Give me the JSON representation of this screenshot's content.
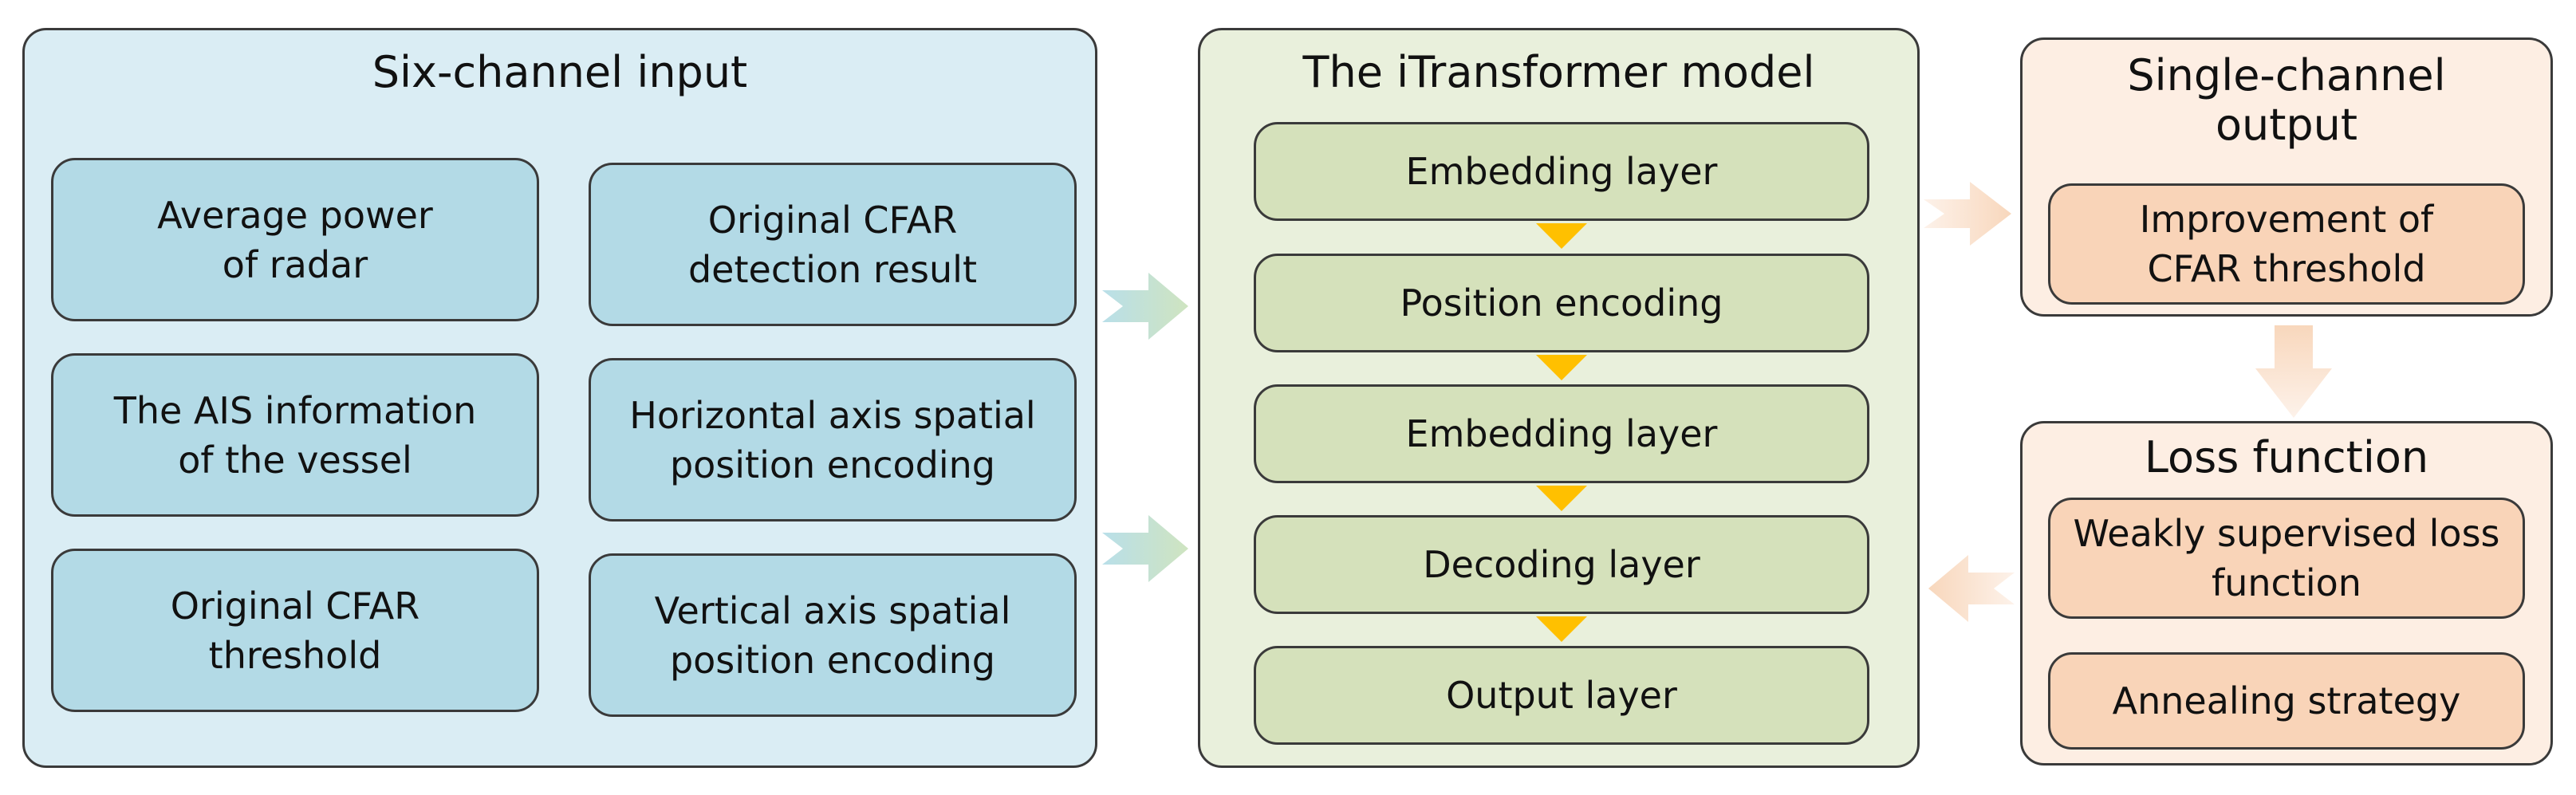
{
  "colors": {
    "input_panel": "#daedf4",
    "input_box": "#b3dae6",
    "model_panel": "#e9f0dc",
    "model_box": "#d5e1bb",
    "output_panel": "#fdeee3",
    "output_box": "#f9d4b8",
    "connector": "#ffc000",
    "border": "#3a3a3a"
  },
  "input": {
    "title": "Six-channel input",
    "items": [
      "Average power\nof radar",
      "Original CFAR\ndetection result",
      "The AIS information\nof the vessel",
      "Horizontal axis spatial\nposition encoding",
      "Original CFAR\nthreshold",
      "Vertical axis spatial\nposition encoding"
    ]
  },
  "model": {
    "title": "The iTransformer model",
    "layers": [
      "Embedding layer",
      "Position encoding",
      "Embedding layer",
      "Decoding layer",
      "Output layer"
    ]
  },
  "output": {
    "title": "Single-channel\noutput",
    "item": "Improvement of\nCFAR threshold"
  },
  "loss": {
    "title": "Loss function",
    "items": [
      "Weakly supervised loss\nfunction",
      "Annealing strategy"
    ]
  }
}
